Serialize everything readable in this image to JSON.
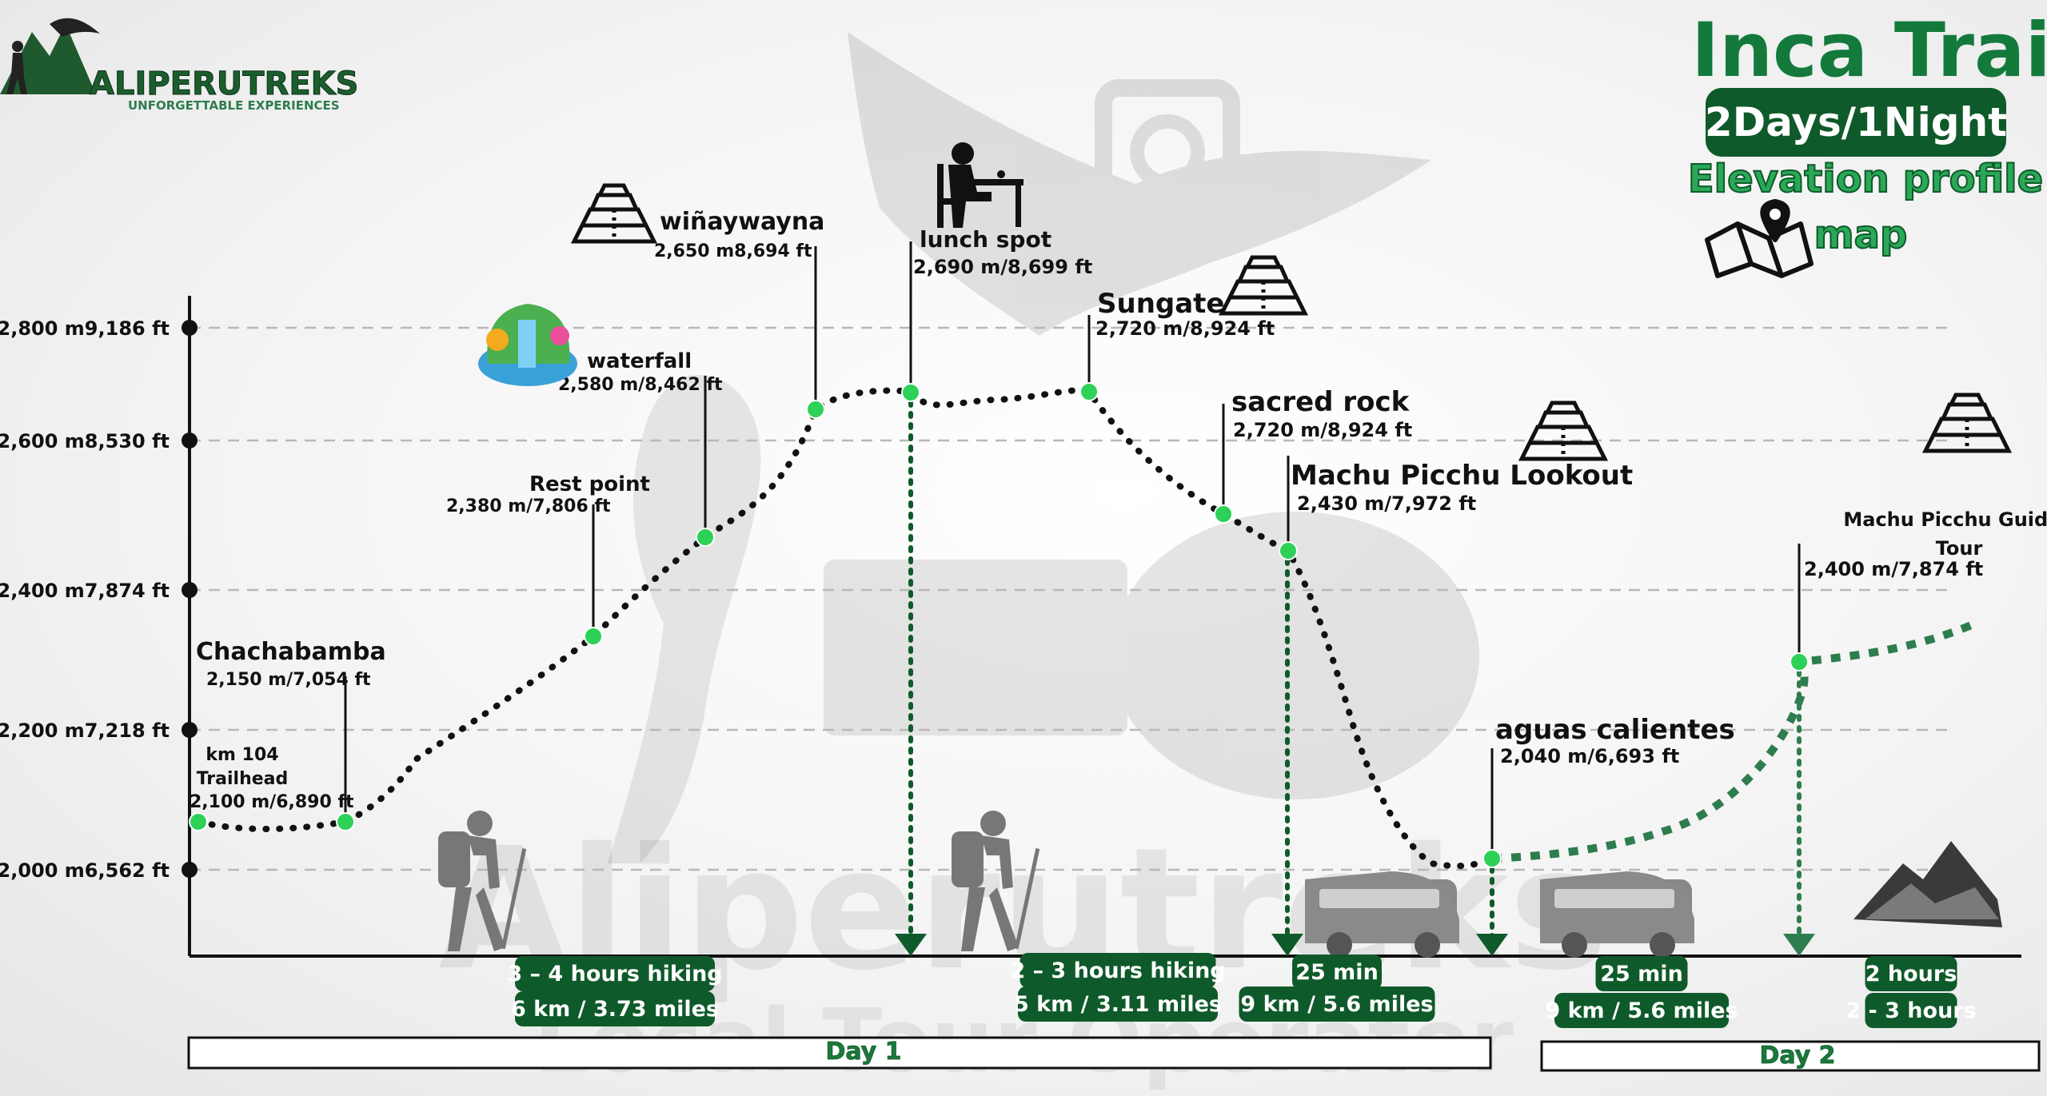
{
  "brand": {
    "name": "ALIPERUTREKS",
    "tagline": "UNFORGETTABLE EXPERIENCES",
    "watermark_main": "Aliperutreks",
    "watermark_sub": "Local Tour Operator"
  },
  "header": {
    "title": "Inca Trail",
    "badge": "2Days/1Night",
    "subtitle_line1": "Elevation profile",
    "subtitle_line2": "map"
  },
  "colors": {
    "green_dark": "#0f5a2a",
    "green_title": "#137a3c",
    "green_point": "#2ed158",
    "green_dashed": "#2e7d4f",
    "black": "#111111",
    "grid": "#b8b8b8"
  },
  "y_axis": [
    {
      "label": "2,800 m9,186 ft"
    },
    {
      "label": "2,600 m8,530 ft"
    },
    {
      "label": "2,400 m7,874 ft"
    },
    {
      "label": "2,200 m7,218 ft"
    },
    {
      "label": "2,000 m6,562 ft"
    }
  ],
  "points": [
    {
      "name": "km 104",
      "name2": "Trailhead",
      "elev": "2,100 m/6,890 ft",
      "icon": ""
    },
    {
      "name": "Chachabamba",
      "elev": "2,150 m/7,054 ft",
      "icon": ""
    },
    {
      "name": "Rest point",
      "elev": "2,380 m/7,806 ft",
      "icon": ""
    },
    {
      "name": "waterfall",
      "elev": "2,580 m/8,462 ft",
      "icon": "waterfall-icon"
    },
    {
      "name": "wiñaywayna",
      "elev": "2,650 m8,694 ft",
      "icon": "ruins-icon"
    },
    {
      "name": "lunch spot",
      "elev": "2,690 m/8,699 ft",
      "icon": "dining-icon"
    },
    {
      "name": "Sungate",
      "elev": "2,720 m/8,924 ft",
      "icon": "ruins-icon"
    },
    {
      "name": "sacred rock",
      "elev": "2,720 m/8,924 ft",
      "icon": ""
    },
    {
      "name": "Machu Picchu Lookout",
      "elev": "2,430 m/7,972 ft",
      "icon": "ruins-icon"
    },
    {
      "name": "aguas calientes",
      "elev": "2,040 m/6,693 ft",
      "icon": ""
    },
    {
      "name": "Machu Picchu Guided",
      "name2": "Tour",
      "elev": "2,400 m/7,874 ft",
      "icon": "ruins-icon"
    }
  ],
  "segments": [
    {
      "line1": "3 – 4 hours hiking",
      "line2": "6 km / 3.73 miles",
      "icon": "hiker-icon"
    },
    {
      "line1": "2 – 3 hours hiking",
      "line2": "5 km / 3.11 miles",
      "icon": "hiker-icon"
    },
    {
      "line1": "25 min",
      "line2": "9 km / 5.6 miles",
      "icon": "bus-icon"
    },
    {
      "line1": "25 min",
      "line2": "9 km / 5.6 miles",
      "icon": "bus-icon"
    },
    {
      "line1": "2 hours",
      "line2": "2 - 3 hours",
      "icon": "mountain-icon"
    }
  ],
  "days": [
    {
      "label": "Day 1"
    },
    {
      "label": "Day 2"
    }
  ]
}
